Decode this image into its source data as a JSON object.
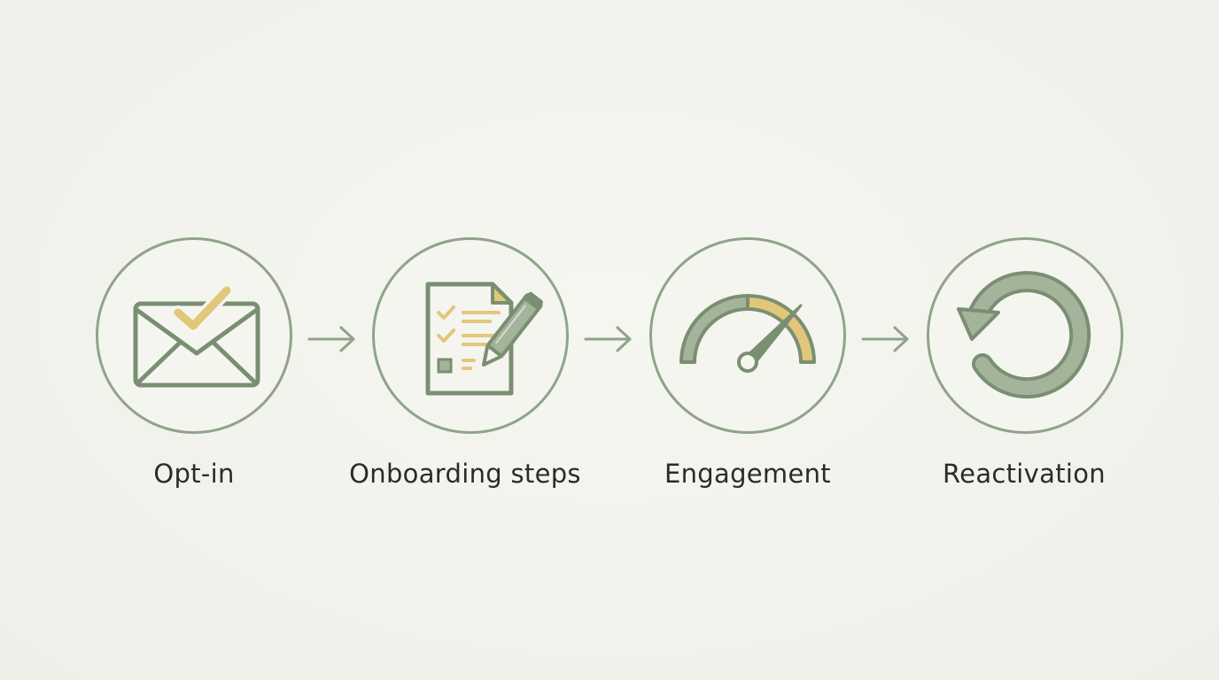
{
  "steps": [
    {
      "label": "Opt-in",
      "icon": "envelope-check-icon"
    },
    {
      "label": "Onboarding steps",
      "icon": "checklist-pencil-icon"
    },
    {
      "label": "Engagement",
      "icon": "gauge-icon"
    },
    {
      "label": "Reactivation",
      "icon": "refresh-icon"
    }
  ],
  "colors": {
    "sage": "#8fa488",
    "sage_dark": "#7a8f72",
    "sage_fill": "#a3b49b",
    "gold": "#e2c67a",
    "text": "#2b2b2b",
    "background": "#f3f3ee"
  }
}
